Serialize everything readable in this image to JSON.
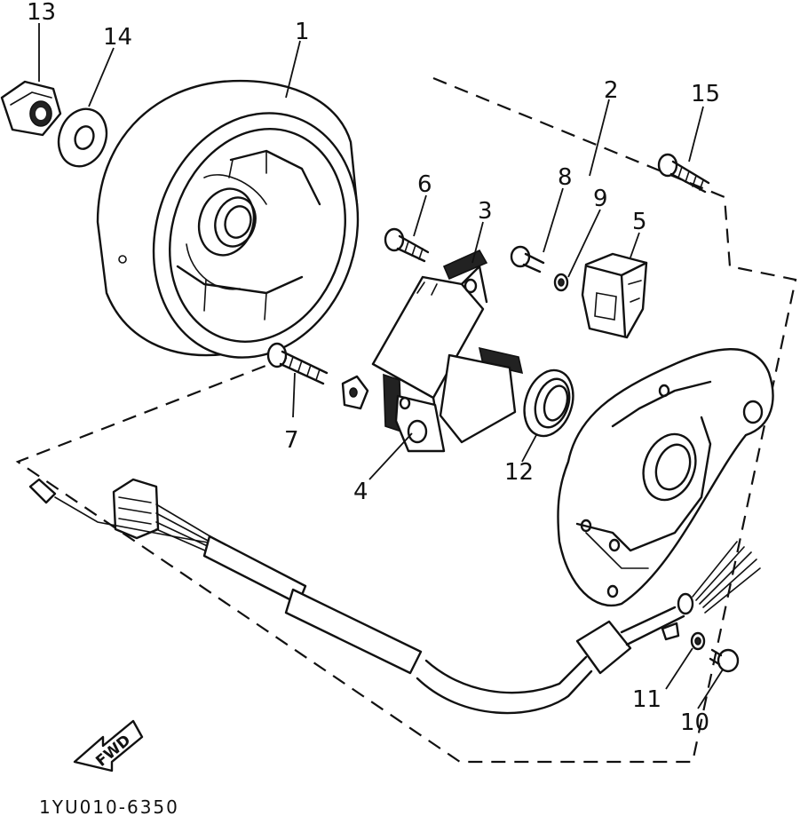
{
  "diagram": {
    "drawing_code": "1YU010-6350",
    "direction_label": "FWD",
    "callouts": [
      {
        "id": "1",
        "part": "flywheel-rotor"
      },
      {
        "id": "2",
        "part": "stator-assembly"
      },
      {
        "id": "3",
        "part": "source-coil"
      },
      {
        "id": "4",
        "part": "pulser-coil"
      },
      {
        "id": "5",
        "part": "brush-holder"
      },
      {
        "id": "6",
        "part": "screw"
      },
      {
        "id": "7",
        "part": "screw"
      },
      {
        "id": "8",
        "part": "screw"
      },
      {
        "id": "9",
        "part": "washer"
      },
      {
        "id": "10",
        "part": "screw"
      },
      {
        "id": "11",
        "part": "washer"
      },
      {
        "id": "12",
        "part": "oil-seal"
      },
      {
        "id": "13",
        "part": "nut"
      },
      {
        "id": "14",
        "part": "washer"
      },
      {
        "id": "15",
        "part": "screw"
      }
    ]
  }
}
